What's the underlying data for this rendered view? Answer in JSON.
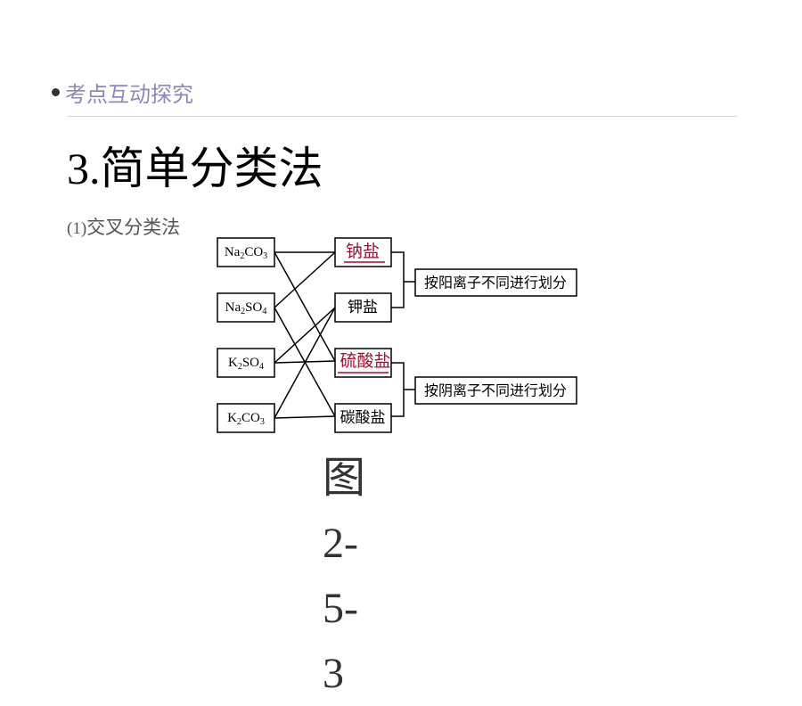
{
  "header": {
    "section_label": "考点互动探究"
  },
  "title": {
    "number": "3.",
    "text": "简单分类法"
  },
  "subtitle": {
    "number": "(1)",
    "text": "交叉分类法"
  },
  "diagram": {
    "compounds": [
      {
        "base": "Na",
        "s1": "2",
        "mid": "CO",
        "s2": "3"
      },
      {
        "base": "Na",
        "s1": "2",
        "mid": "SO",
        "s2": "4"
      },
      {
        "base": "K",
        "s1": "2",
        "mid": "SO",
        "s2": "4"
      },
      {
        "base": "K",
        "s1": "2",
        "mid": "CO",
        "s2": "3"
      }
    ],
    "categories": [
      "钠盐",
      "钾盐",
      "硫酸盐",
      "碳酸盐"
    ],
    "criteria": [
      "按阳离子不同进行划分",
      "按阴离子不同进行划分"
    ]
  },
  "caption": {
    "label": "图",
    "number": "2-5-3"
  },
  "colors": {
    "header_text": "#8f86bb",
    "highlight_text": "#9a1030",
    "rule": "#d6d6d6"
  }
}
